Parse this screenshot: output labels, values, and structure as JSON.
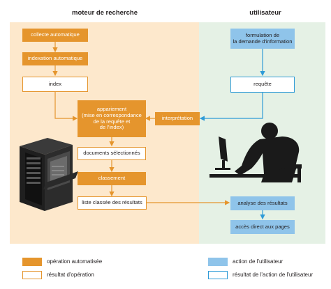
{
  "columns": {
    "engine_title": "moteur de recherche",
    "user_title": "utilisateur"
  },
  "engine": {
    "collecte": "collecte automatique",
    "indexation": "indexation automatique",
    "index": "index",
    "appariement": "appariement\n(mise en correspondance\nde la requête et\nde l'index)",
    "interpretation": "interprétation",
    "documents": "documents sélectionnés",
    "classement": "classement",
    "liste": "liste classée des résultats"
  },
  "user": {
    "formulation": "formulation de\nla demande d'information",
    "requete": "requête",
    "analyse": "analyse des résultats",
    "acces": "accès direct aux pages"
  },
  "legend": {
    "auto": "opération automatisée",
    "result": "résultat d'opération",
    "user_action": "action de l'utilisateur",
    "user_result": "résultat de l'action de l'utilisateur"
  },
  "colors": {
    "orange": "#e5952d",
    "engine_bg": "#fde8cc",
    "blue": "#2f9bd7",
    "light_blue": "#8fc4ea",
    "user_bg": "#e5f1e5"
  },
  "icons": {
    "server": "server-rack-icon",
    "user": "person-at-computer-icon"
  }
}
